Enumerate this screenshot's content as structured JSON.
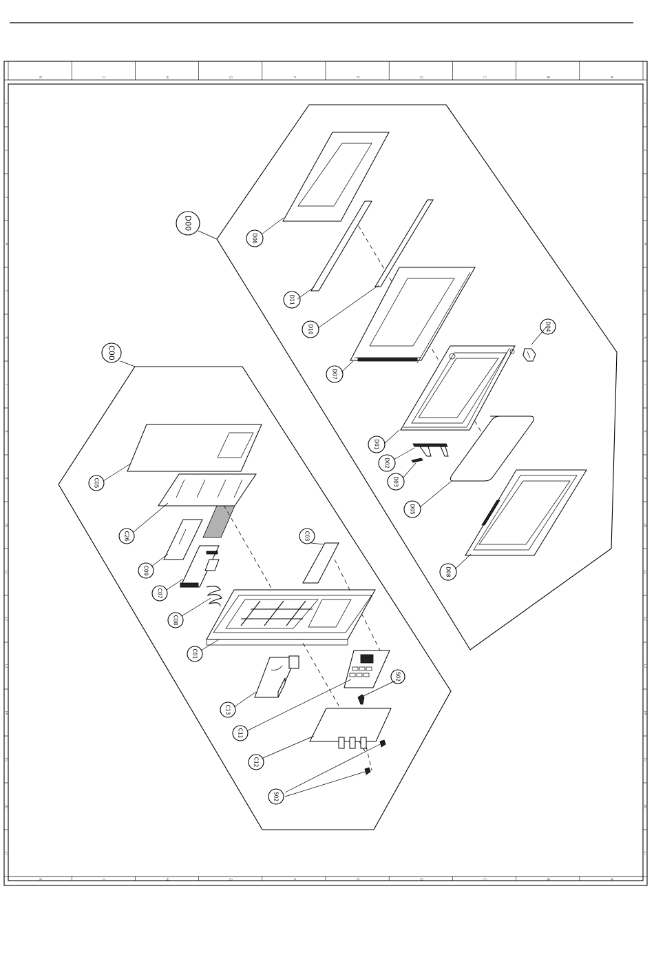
{
  "assemblies": {
    "door": {
      "label": "D00"
    },
    "control_panel": {
      "label": "C00"
    }
  },
  "parts": {
    "D06": "D06",
    "D11": "D11",
    "D10": "D10",
    "D07": "D07",
    "D04": "D04",
    "D01": "D01",
    "D02": "D02",
    "D03": "D03",
    "D05": "D05",
    "D08": "D08",
    "C05": "C05",
    "C26": "C26",
    "C09": "C09",
    "C07": "C07",
    "C08": "C08",
    "C01": "C01",
    "C13": "C13",
    "C03": "C03",
    "C11": "C11",
    "C12": "C12",
    "S02_top": "S02",
    "S02_bottom": "S02"
  },
  "border": {
    "letters": [
      "K",
      "J",
      "H",
      "G",
      "F",
      "E",
      "D",
      "C",
      "B",
      "A"
    ],
    "numbers": [
      "1",
      "2",
      "3",
      "4",
      "5",
      "6",
      "7",
      "8",
      "9",
      "10",
      "11",
      "12",
      "13",
      "14",
      "15",
      "16",
      "17"
    ]
  }
}
